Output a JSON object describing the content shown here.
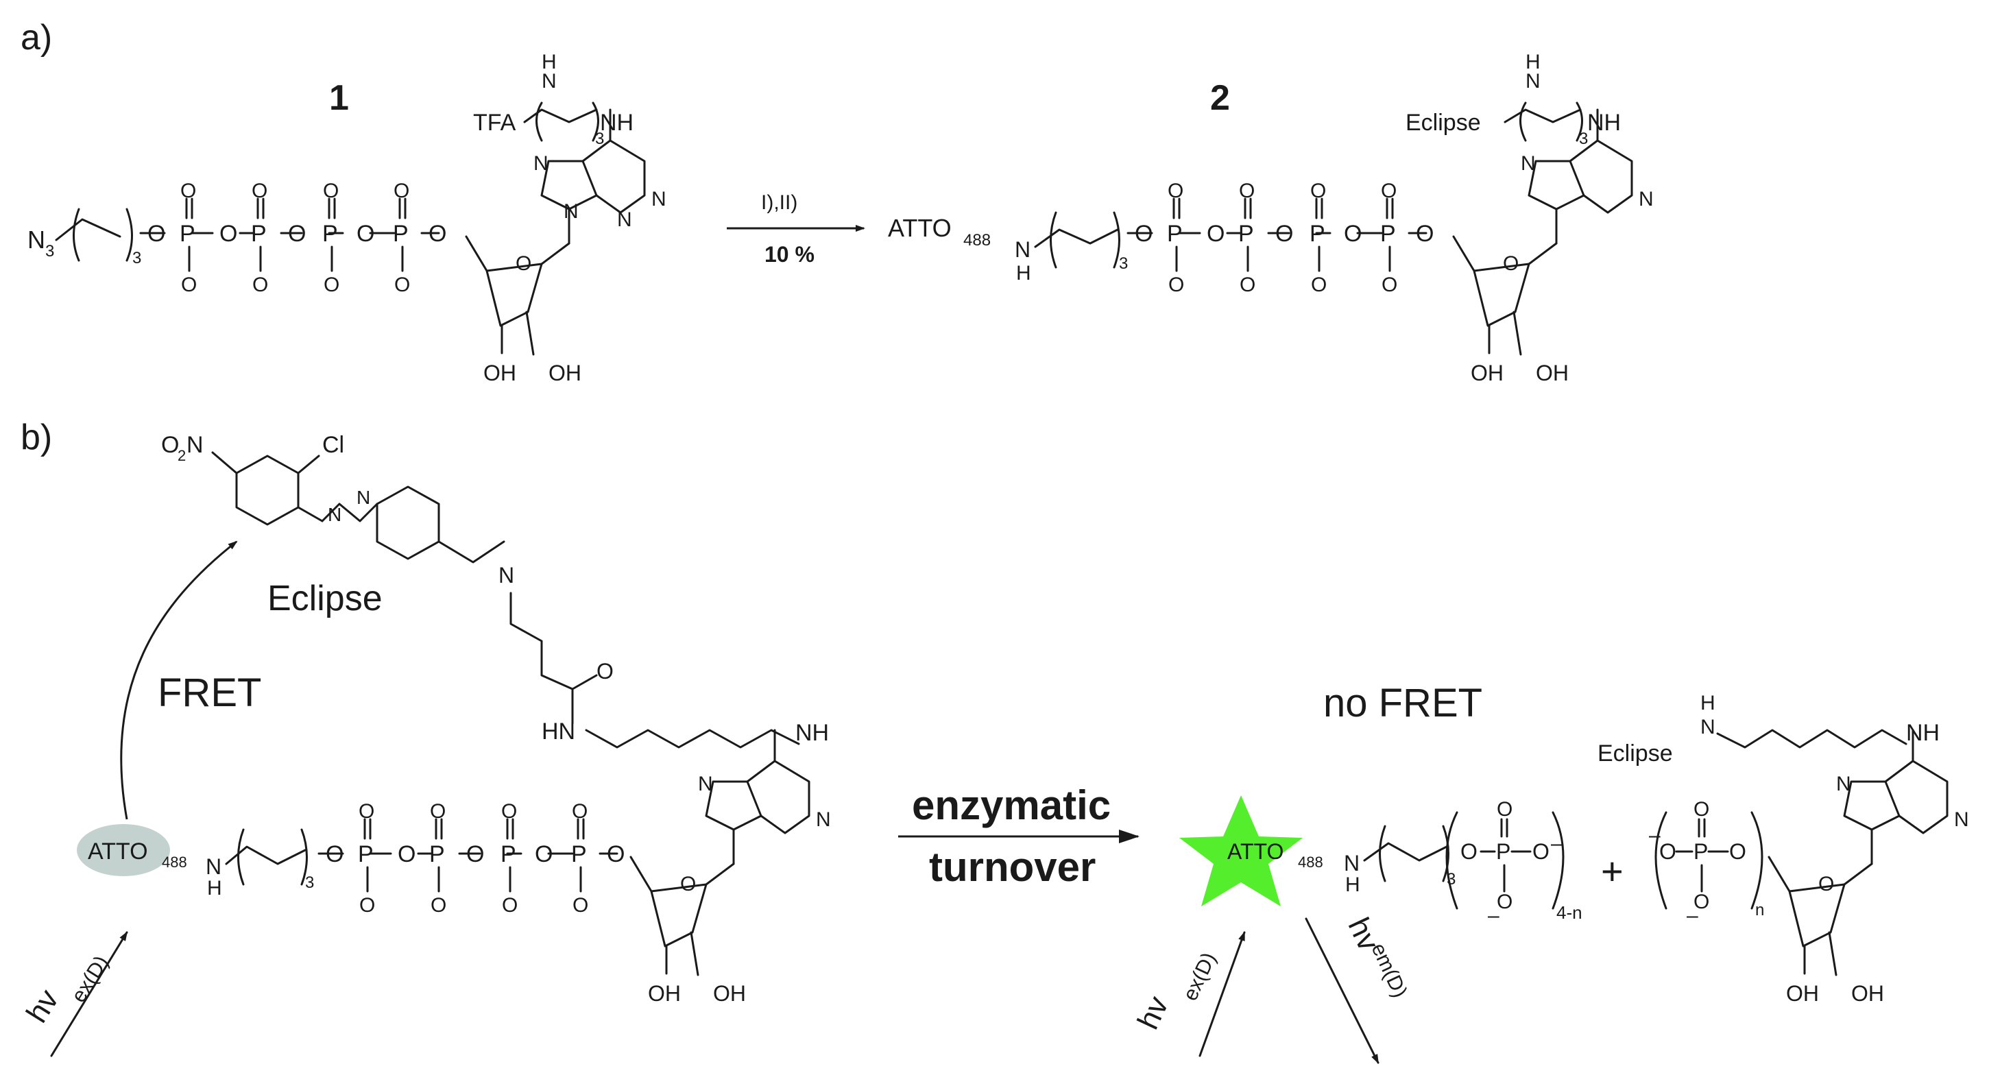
{
  "panel_a": {
    "label": "a)",
    "compound1_number": "1",
    "compound2_number": "2",
    "reaction_conditions": "I),II)",
    "reaction_yield": "10 %",
    "n3": "N",
    "n3_sub": "3",
    "tfa": "TFA",
    "eclipse": "Eclipse",
    "atto": "ATTO",
    "atto_sub": "488",
    "nh": "NH",
    "n": "N",
    "h": "H",
    "o": "O",
    "p": "P",
    "oh": "OH",
    "minus": "–",
    "repeat_3": "3"
  },
  "panel_b": {
    "label": "b)",
    "o2n": "O",
    "o2n_sub": "2",
    "o2n_n": "N",
    "cl": "Cl",
    "eclipse_label": "Eclipse",
    "fret": "FRET",
    "no_fret": "no FRET",
    "enzymatic": "enzymatic",
    "turnover": "turnover",
    "atto": "ATTO",
    "atto_sub": "488",
    "hv": "hv",
    "ex_sub": "ex(D)",
    "em_sub": "em(D)",
    "plus": "+",
    "repeat_3": "3",
    "repeat_4n": "4-n",
    "repeat_n": "n",
    "eclipse_product": "Eclipse",
    "nh": "NH",
    "hn": "HN",
    "n": "N",
    "h": "H",
    "o": "O",
    "p": "P",
    "oh": "OH",
    "minus": "–"
  },
  "colors": {
    "ink": "#1a1a1a",
    "donor_quenched": "#c4d2cf",
    "donor_emitting": "#55ee2c"
  }
}
